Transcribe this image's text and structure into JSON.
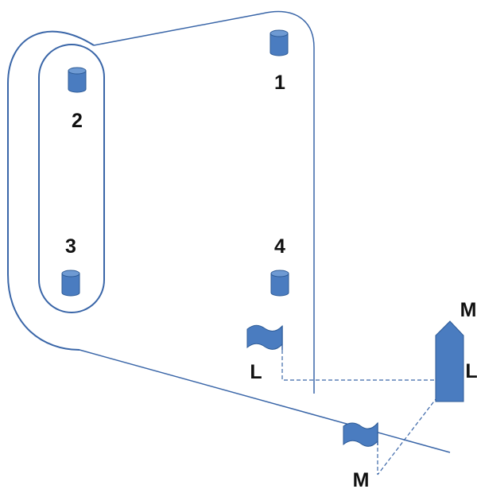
{
  "colors": {
    "line": "#3a66a8",
    "fill": "#4a7cc0",
    "edge": "#2c5a96",
    "text": "#111111"
  },
  "posts": [
    {
      "label": "1"
    },
    {
      "label": "2"
    },
    {
      "label": "3"
    },
    {
      "label": "4"
    }
  ],
  "markers": {
    "flag_upper_label": "L",
    "flag_lower_label": "M",
    "signboard_top_label": "M",
    "signboard_side_label": "L"
  }
}
